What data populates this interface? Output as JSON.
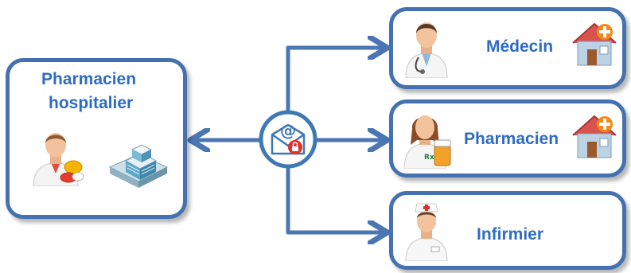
{
  "hub": {
    "label": "Pharmacien hospitalier",
    "line1": "Pharmacien",
    "line2": "hospitalier"
  },
  "targets": [
    {
      "label": "Médecin"
    },
    {
      "label": "Pharmacien"
    },
    {
      "label": "Infirmier"
    }
  ],
  "icons": {
    "hospital_pharmacist": "pharmacist-with-pills-icon",
    "hospital_building": "hospital-building-icon",
    "secure_mail": "secure-email-icon",
    "doctor": "doctor-icon",
    "pharmacist": "pharmacist-icon",
    "nurse": "nurse-icon",
    "house": "medical-house-icon"
  },
  "colors": {
    "border": "#4472b0",
    "text": "#2e6cc2",
    "arrow": "#4a76b3"
  }
}
